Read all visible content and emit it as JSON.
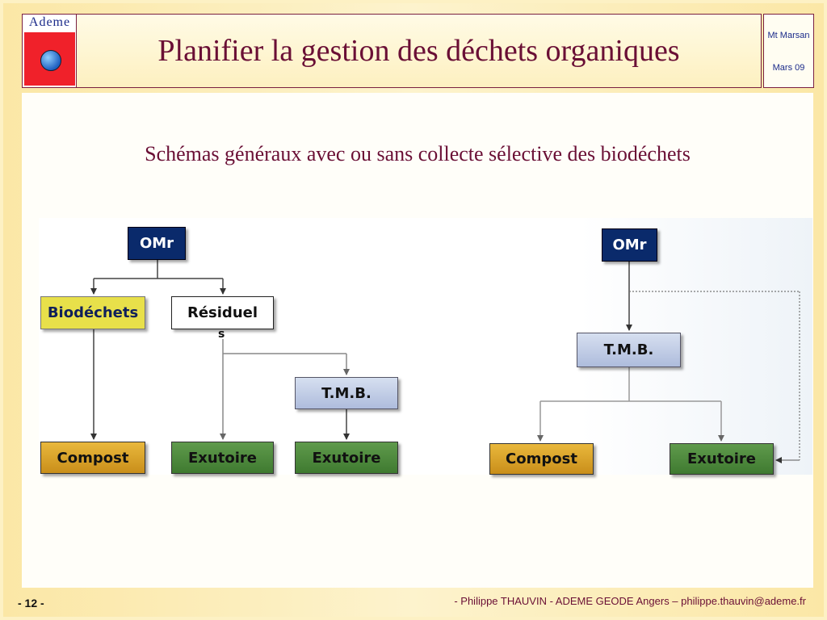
{
  "header": {
    "logo_text": "Ademe",
    "title": "Planifier la gestion des déchets organiques",
    "side_top": "Mt Marsan",
    "side_bottom": "Mars 09"
  },
  "subtitle": "Schémas généraux avec ou sans collecte sélective des biodéchets",
  "diagram_left": {
    "omr": "OMr",
    "biodechets": "Biodéchets",
    "residuels": "Résiduel",
    "residuels_wrap": "s",
    "tmb": "T.M.B.",
    "compost": "Compost",
    "exutoire1": "Exutoire",
    "exutoire2": "Exutoire"
  },
  "diagram_right": {
    "omr": "OMr",
    "tmb": "T.M.B.",
    "compost": "Compost",
    "exutoire": "Exutoire"
  },
  "footer": {
    "page": "- 12 -",
    "credit": "- Philippe THAUVIN  - ADEME GEODE Angers – philippe.thauvin@ademe.fr"
  }
}
